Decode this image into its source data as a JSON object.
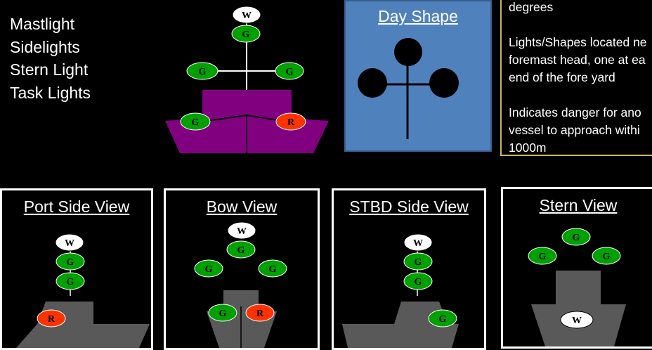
{
  "legend": {
    "items": [
      "Mastlight",
      "Sidelights",
      "Stern Light",
      "Task Lights"
    ]
  },
  "day_shape": {
    "title": "Day Shape",
    "color": "#4f81bd"
  },
  "info": {
    "paragraphs": [
      "degrees",
      "Lights/Shapes located ne",
      "foremast head, one at ea",
      "end of the fore yard",
      "Indicates danger for ano",
      "vessel to approach withi",
      "1000m"
    ]
  },
  "lights": {
    "white": "W",
    "green": "G",
    "red": "R",
    "colors": {
      "white": "#ffffff",
      "green": "#00a000",
      "red": "#ff3300"
    }
  },
  "views": {
    "port": {
      "title": "Port Side View"
    },
    "bow": {
      "title": "Bow View"
    },
    "stbd": {
      "title": "STBD Side View"
    },
    "stern": {
      "title": "Stern View"
    }
  },
  "colors": {
    "hull_main": "#800080",
    "hull_view": "#595959",
    "info_border": "#c5b75a"
  }
}
